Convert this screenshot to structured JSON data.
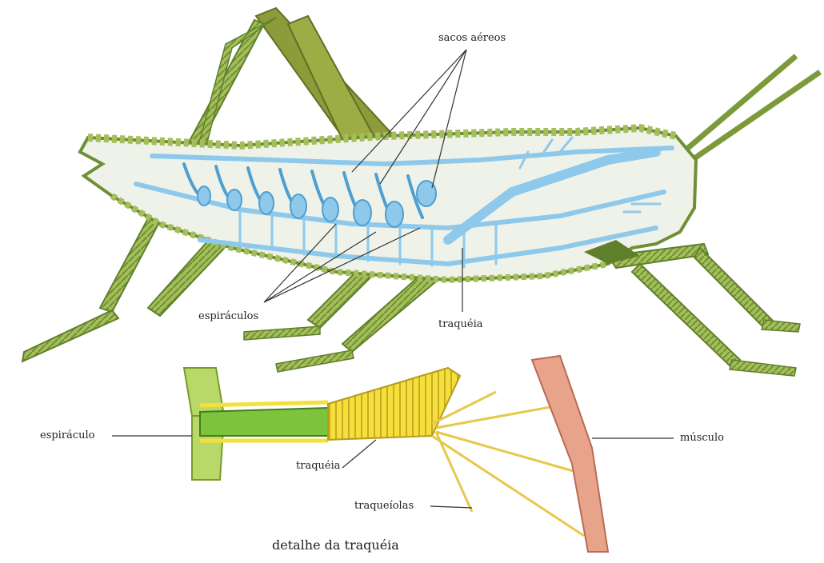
{
  "labels": {
    "sacos_aereos": "sacos aéreos",
    "espiraculos": "espiráculos",
    "traqueia_top": "traquéia",
    "espiraculo": "espiráculo",
    "traqueia_detail": "traquéia",
    "traqueiolas": "traqueíolas",
    "musculo": "músculo"
  },
  "caption": "detalhe da traquéia",
  "colors": {
    "insect": "#a4bf5a",
    "insect_dark": "#5f7f2c",
    "tracheal": "#8ec9ec",
    "tracheal_dark": "#4f9fd0",
    "detail_yellow": "#f5df3c",
    "detail_green": "#7dc43c",
    "muscle": "#e8a48a"
  }
}
